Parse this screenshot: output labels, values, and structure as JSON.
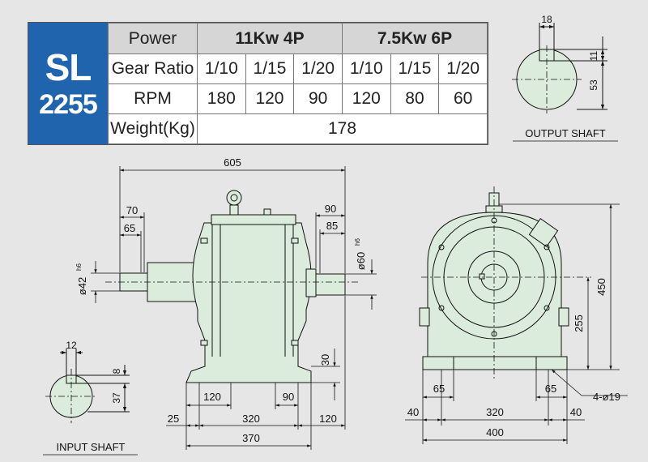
{
  "spec": {
    "model_name": "SL",
    "model_number": "2255",
    "labels": {
      "power": "Power",
      "gear_ratio": "Gear Ratio",
      "rpm": "RPM",
      "weight": "Weight(Kg)"
    },
    "power_a": "11Kw  4P",
    "power_b": "7.5Kw  6P",
    "ratios": [
      "1/10",
      "1/15",
      "1/20",
      "1/10",
      "1/15",
      "1/20"
    ],
    "rpm": [
      "180",
      "120",
      "90",
      "120",
      "80",
      "60"
    ],
    "weight": "178"
  },
  "drawing": {
    "colors": {
      "body_fill": "#dcecdc",
      "model_bg": "#1f64ad",
      "line": "#111111"
    },
    "front_view": {
      "overall_length": "605",
      "left_shaft_70": "70",
      "left_shaft_65": "65",
      "left_shaft_dia": "ø42",
      "left_shaft_tol": "h6",
      "right_shaft_90": "90",
      "right_shaft_85": "85",
      "right_shaft_dia": "ø60",
      "right_shaft_tol": "h6",
      "base_height": "30",
      "bolt_120": "120",
      "bolt_90": "90",
      "offset_25": "25",
      "base_320": "320",
      "right_120": "120",
      "base_370": "370"
    },
    "side_view": {
      "total_height": "450",
      "shaft_height": "255",
      "foot_left": "65",
      "foot_right": "65",
      "holes": "4-ø19",
      "margin_left": "40",
      "margin_right": "40",
      "bolt_span": "320",
      "base_width": "400"
    },
    "input_shaft": {
      "title": "INPUT  SHAFT",
      "key_width": "12",
      "key_depth": "8",
      "height": "37"
    },
    "output_shaft": {
      "title": "OUTPUT  SHAFT",
      "key_width": "18",
      "key_depth": "11",
      "height": "53"
    }
  }
}
